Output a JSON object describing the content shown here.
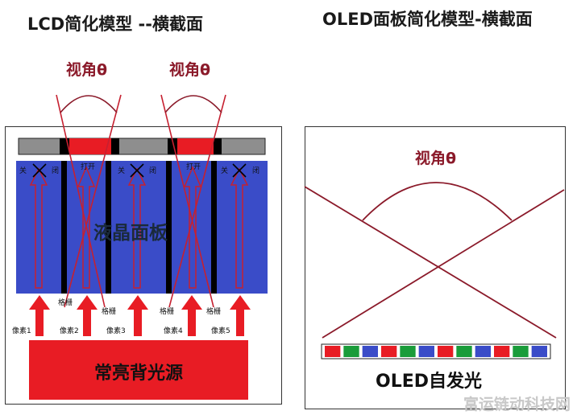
{
  "lcd": {
    "title": "LCD简化模型 --横截面",
    "angle_left": "视角θ",
    "angle_right": "视角θ",
    "lc_panel": "液晶面板",
    "backlight": "常亮背光源",
    "switch_closed": [
      "关",
      "闭"
    ],
    "switch_open": "打开",
    "grid": "格栅",
    "pixels": [
      "像素1",
      "像素2",
      "像素3",
      "像素4",
      "像素5"
    ],
    "colors": {
      "blue": "#3a4cc8",
      "red": "#e81c24",
      "gray": "#8e8e8e",
      "dark_red": "#8b1a2a"
    }
  },
  "oled": {
    "title": "OLED面板简化模型-横截面",
    "angle": "视角θ",
    "label": "OLED自发光",
    "stripe_colors": [
      "#e81c24",
      "#1a9c3a",
      "#3a4cc8"
    ]
  },
  "watermark": "富运链动科技网"
}
